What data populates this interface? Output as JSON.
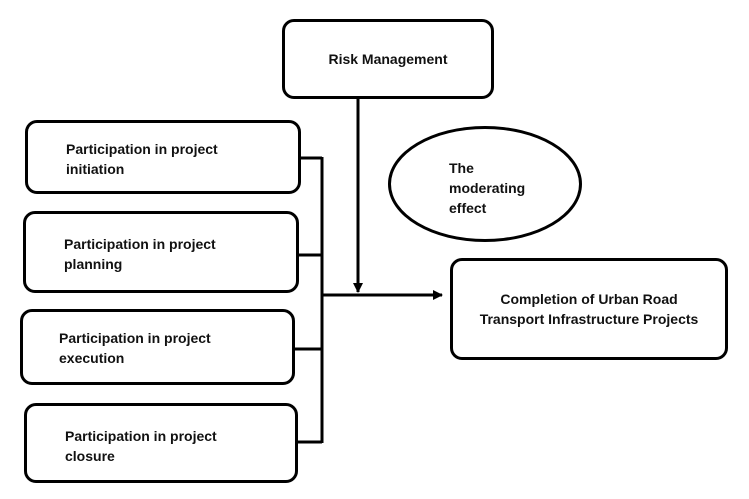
{
  "diagram": {
    "risk_management": "Risk Management",
    "moderating_effect": "The moderating effect",
    "outcome": "Completion of Urban Road Transport Infrastructure Projects",
    "inputs": [
      "Participation in project initiation",
      "Participation in project planning",
      "Participation in project execution",
      "Participation in project closure"
    ]
  }
}
